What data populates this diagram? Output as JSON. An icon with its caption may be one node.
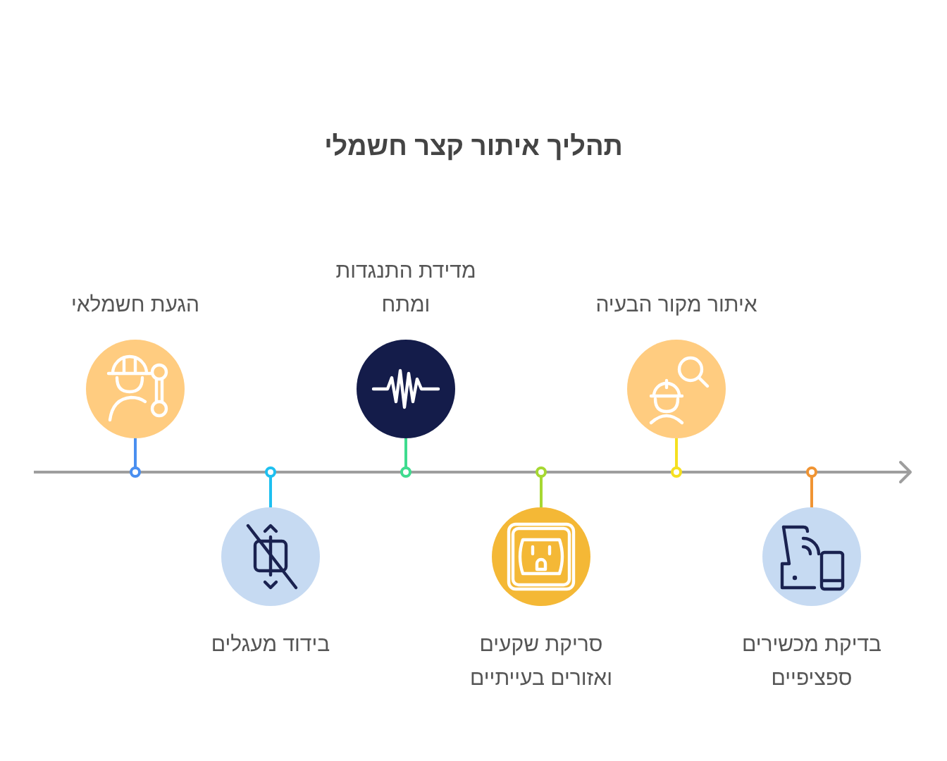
{
  "diagram": {
    "title": "תהליך איתור קצר חשמלי",
    "nodes": [
      {
        "text": [],
        "shape": "circle",
        "beside": [
          "הגעת חשמלאי"
        ]
      },
      {
        "text": [],
        "shape": "circle",
        "beside": [
          "בידוד מעגלים"
        ]
      },
      {
        "text": [],
        "shape": "circle",
        "beside": [
          "מדידת התנגדות ומתח"
        ]
      },
      {
        "text": [],
        "shape": "circle",
        "beside": [
          "סריקת שקעים ואזורים בעייתיים"
        ]
      },
      {
        "text": [],
        "shape": "circle",
        "beside": [
          "איתור מקור הבעיה"
        ]
      },
      {
        "text": [],
        "shape": "circle",
        "beside": [
          "בדיקת מכשירים ספציפיים"
        ]
      }
    ],
    "edges": []
  }
}
